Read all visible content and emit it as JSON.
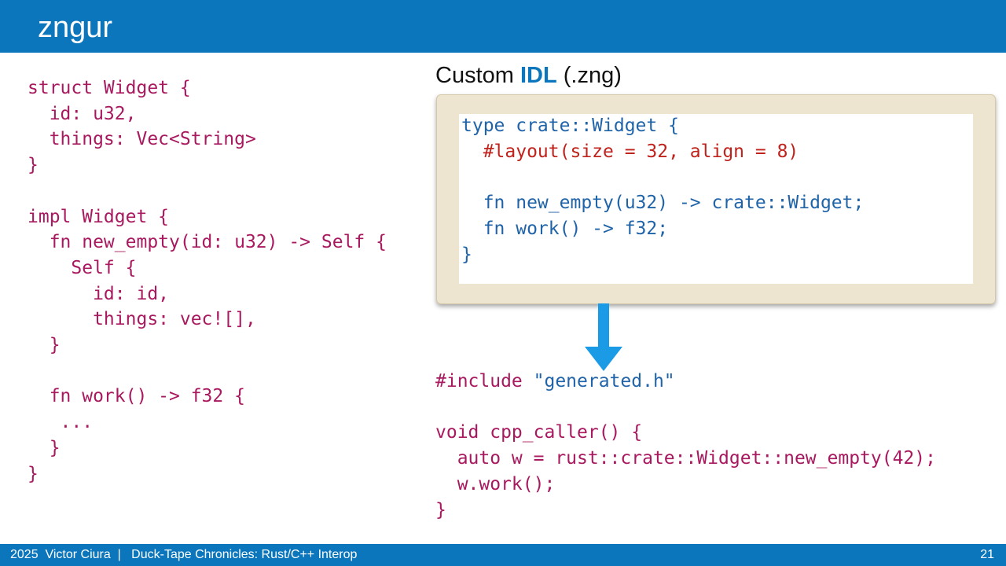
{
  "slide": {
    "title": "zngur",
    "page_number": "21"
  },
  "rust_code": {
    "lines": [
      "struct Widget {",
      "  id: u32,",
      "  things: Vec<String>",
      "}",
      "",
      "impl Widget {",
      "  fn new_empty(id: u32) -> Self {",
      "    Self {",
      "      id: id,",
      "      things: vec![],",
      "  }",
      "",
      "  fn work() -> f32 {",
      "   ...",
      "  }",
      "}"
    ]
  },
  "idl": {
    "heading_prefix": "Custom ",
    "heading_strong": "IDL",
    "heading_suffix": " (.zng)",
    "line_type": "type crate::Widget {",
    "line_layout": "  #layout(size = 32, align = 8)",
    "line_new_empty": "  fn new_empty(u32) -> crate::Widget;",
    "line_work": "  fn work() -> f32;",
    "line_close": "}"
  },
  "cpp_code": {
    "include_directive": "#include ",
    "include_file": "\"generated.h\"",
    "line_func": "void cpp_caller() {",
    "line_auto": "  auto w = rust::crate::Widget::new_empty(42);",
    "line_work": "  w.work();",
    "line_close": "}"
  },
  "footer": {
    "text": "2025  Victor Ciura  |   Duck-Tape Chronicles: Rust/C++ Interop"
  },
  "colors": {
    "brand_blue": "#0b76bc",
    "code_magenta": "#a8195f",
    "code_blue": "#1f63a8",
    "code_red": "#c0221c",
    "arrow_blue": "#1b9be6",
    "paper_tan": "#ede5cf"
  },
  "icons": {
    "flow_arrow": "arrow-down-icon"
  }
}
